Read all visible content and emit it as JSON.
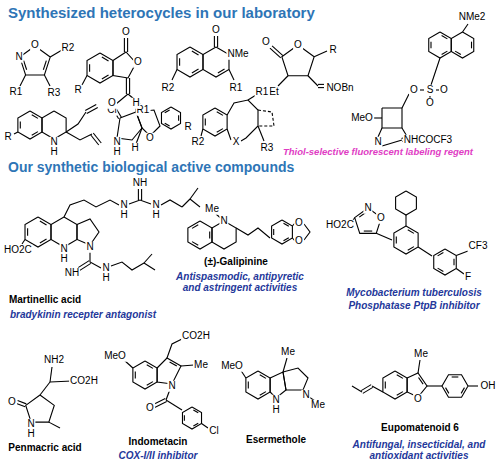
{
  "diagram": {
    "title": "Synthesized heterocycles in our laboratory",
    "labels": [
      "Our synthetic biological active compounds",
      "N",
      "O",
      "R2",
      "R1",
      "R3",
      "O",
      "O",
      "R",
      "Cl",
      "R1",
      "O",
      "NMe",
      "R2",
      "R1",
      "O",
      "O",
      "R",
      "Et",
      "NOBn",
      "NMe2",
      "O",
      "S",
      "O",
      "O",
      "MeO",
      "N",
      "NHCOCF3",
      "Thiol-selective fluorescent labeling regent",
      "N",
      "H",
      "R",
      "O",
      "H",
      "N",
      "H",
      "H",
      "O",
      "R",
      "R1",
      "R2",
      "X",
      "R3",
      "HO2C",
      "N",
      "H",
      "N",
      "NH",
      "N",
      "H",
      "NH",
      "N",
      "H",
      "N",
      "H",
      "Martinellic acid",
      "bradykinin recepter antagonist",
      "Me",
      "N",
      "O",
      "O",
      "(±)-Galipinine",
      "Antispasmodic, antipyretic and astringent activities",
      "HO2C",
      "N",
      "O",
      "CF3",
      "F",
      "Mycobacterium tuberculosis",
      "Phosphatase PtpB inhibitor",
      "NH2",
      "O",
      "N",
      "H",
      "CO2H",
      "Penmacric acid",
      "MeO",
      "CO2H",
      "N",
      "Me",
      "O",
      "Cl",
      "Indometacin",
      "COX-I/II inhibitor",
      "MeO",
      "Me",
      "N",
      "Me",
      "N",
      "H",
      "Esermethole",
      "Me",
      "O",
      "OH",
      "Eupomatenoid 6",
      "Antifungal, insecticidal, and antioxidant activities"
    ]
  }
}
